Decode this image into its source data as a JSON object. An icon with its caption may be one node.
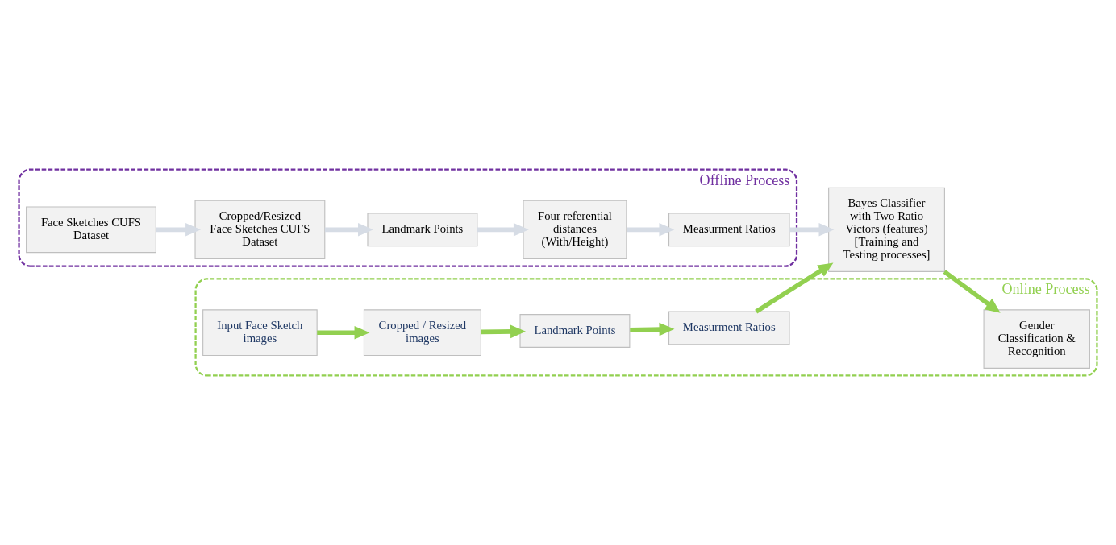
{
  "diagram": {
    "nodes": [
      {
        "text": [
          "Offline Process"
        ]
      },
      {
        "text": [
          "Face Sketches CUFS Dataset"
        ],
        "in": 0
      },
      {
        "text": [
          "Cropped/Resized Face Sketches CUFS Dataset"
        ],
        "in": 0
      },
      {
        "text": [
          "Landmark Points"
        ],
        "in": 0
      },
      {
        "text": [
          "Four referential distances (With/Height)"
        ],
        "in": 0
      },
      {
        "text": [
          "Measurment Ratios"
        ],
        "in": 0
      },
      {
        "text": [
          "Bayes Classifier with Two Ratio Victors (features) [Training and Testing processes]"
        ]
      },
      {
        "text": [
          "Online Process"
        ]
      },
      {
        "text": [
          "Input Face Sketch images"
        ],
        "in": 7
      },
      {
        "text": [
          "Cropped / Resized images"
        ],
        "in": 7
      },
      {
        "text": [
          "Landmark Points"
        ],
        "in": 7
      },
      {
        "text": [
          "Measurment Ratios"
        ],
        "in": 7
      },
      {
        "text": [
          "Gender Classification & Recognition"
        ],
        "in": 7
      }
    ],
    "edges": [
      {
        "from": 1,
        "to": 2,
        "arrow": "to",
        "color": "#d6dce5"
      },
      {
        "from": 2,
        "to": 3,
        "arrow": "to",
        "color": "#d6dce5"
      },
      {
        "from": 3,
        "to": 4,
        "arrow": "to",
        "color": "#d6dce5"
      },
      {
        "from": 4,
        "to": 5,
        "arrow": "to",
        "color": "#d6dce5"
      },
      {
        "from": 5,
        "to": 6,
        "arrow": "to",
        "color": "#d6dce5"
      },
      {
        "from": 8,
        "to": 9,
        "arrow": "to",
        "color": "#92d050"
      },
      {
        "from": 9,
        "to": 10,
        "arrow": "to",
        "color": "#92d050"
      },
      {
        "from": 10,
        "to": 11,
        "arrow": "to",
        "color": "#92d050"
      },
      {
        "from": 11,
        "to": 6,
        "arrow": "to",
        "color": "#92d050"
      },
      {
        "from": 6,
        "to": 12,
        "arrow": "to",
        "color": "#92d050"
      }
    ]
  }
}
